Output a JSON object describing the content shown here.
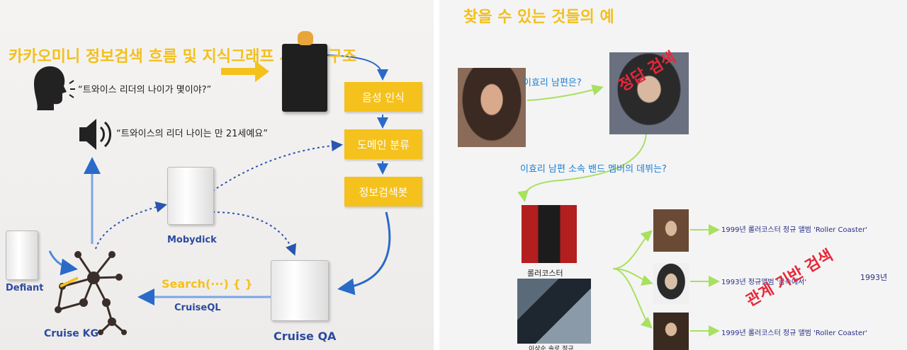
{
  "left": {
    "title": "카카오미니 정보검색 흐름 및 지식그래프 시스템 구조",
    "speech_question": "“트와이스 리더의 나이가 몇이야?”",
    "speech_answer": "“트와이스의 리더 나이는 만 21세예요”",
    "steps": [
      "음성 인식",
      "도메인 분류",
      "정보검색봇"
    ],
    "nodes": {
      "mobydick": "Mobydick",
      "defiant": "Defiant",
      "cruise_kg": "Cruise KG",
      "cruise_qa": "Cruise QA"
    },
    "search_label": "Search(···) { }",
    "cruiseql_label": "CruiseQL",
    "colors": {
      "title": "#f2c01d",
      "box": "#f5c11c",
      "blue": "#2a6ac8",
      "node_label": "#2b4aa0"
    }
  },
  "right": {
    "title": "찾을 수 있는 것들의 예",
    "q1": "이효리 남편은?",
    "q2": "이효리 남편 소속 밴드 멤버의 데뷔는?",
    "stamp_exact": "정답 검색",
    "stamp_relation": "관계 기반 검색",
    "band_caption": "롤러코스터",
    "album_caption": "이상순 솔로 정규",
    "results": [
      "1999년 롤러코스터 정규 앨범 'Roller Coaster'",
      "1993년  정규앨범 '꿈속에서'",
      "1999년 롤러코스터 정규 앨범 'Roller Coaster'"
    ],
    "result_extra": "1993년",
    "colors": {
      "question": "#1a7fd2",
      "arrow": "#a8e060",
      "stamp": "#e8273a",
      "result": "#2a2f86"
    }
  }
}
